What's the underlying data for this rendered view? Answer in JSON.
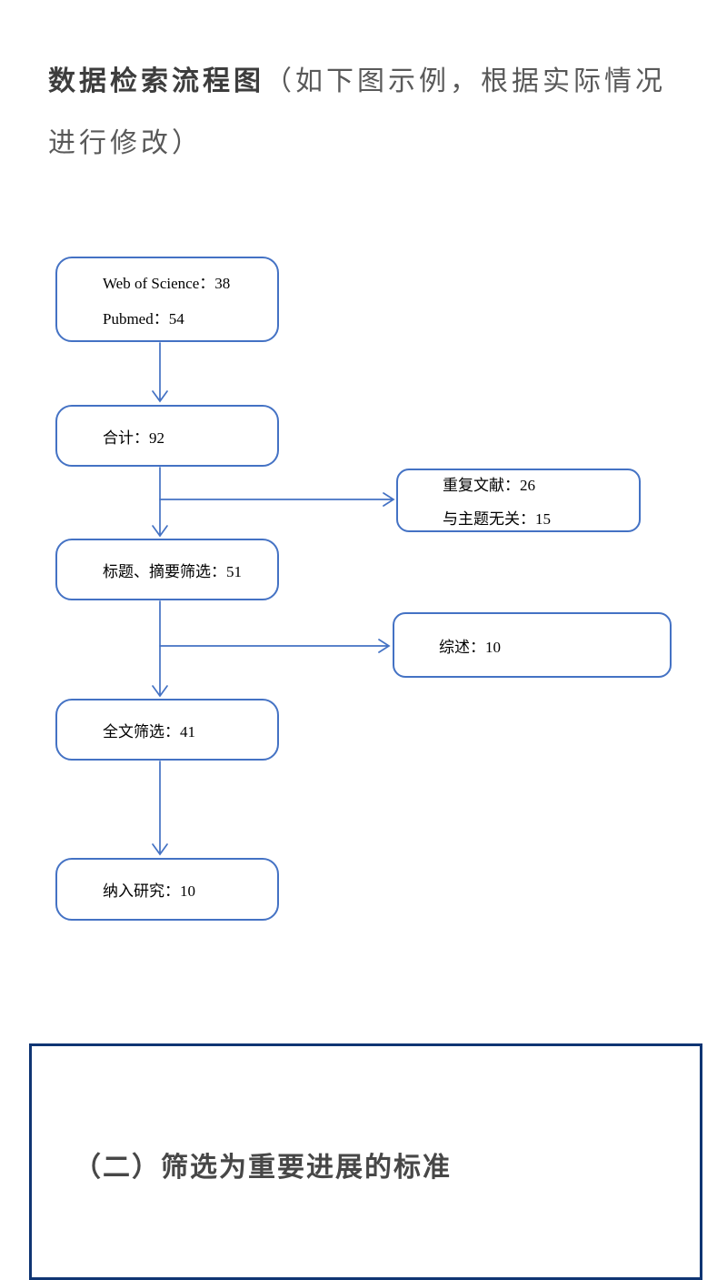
{
  "page": {
    "title_bold": "数据检索流程图",
    "title_rest": "（如下图示例，根据实际情况进行修改）"
  },
  "flowchart": {
    "accent_color": "#4472C4",
    "boxes": [
      {
        "id": "sources",
        "lines": [
          "Web of Science：38",
          "Pubmed：54"
        ]
      },
      {
        "id": "total",
        "lines": [
          "合计：92"
        ]
      },
      {
        "id": "title-abstract-screen",
        "lines": [
          "标题、摘要筛选：51"
        ]
      },
      {
        "id": "fulltext-screen",
        "lines": [
          "全文筛选：41"
        ]
      },
      {
        "id": "included",
        "lines": [
          "纳入研究：10"
        ]
      }
    ],
    "side_boxes": [
      {
        "id": "excluded-duplicates",
        "lines": [
          "重复文献：26",
          "与主题无关：15"
        ]
      },
      {
        "id": "excluded-reviews",
        "lines": [
          "综述：10"
        ]
      }
    ]
  },
  "section": {
    "heading": "（二）筛选为重要进展的标准",
    "border_color": "#0F3573"
  }
}
